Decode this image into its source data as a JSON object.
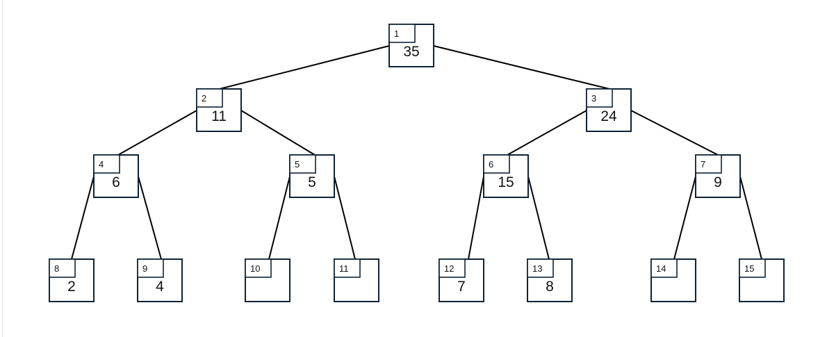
{
  "colors": {
    "node_stroke": "#0f2233",
    "edge_stroke": "#000000",
    "background": "#ffffff"
  },
  "nodes": [
    {
      "index": "1",
      "value": "35"
    },
    {
      "index": "2",
      "value": "11"
    },
    {
      "index": "3",
      "value": "24"
    },
    {
      "index": "4",
      "value": "6"
    },
    {
      "index": "5",
      "value": "5"
    },
    {
      "index": "6",
      "value": "15"
    },
    {
      "index": "7",
      "value": "9"
    },
    {
      "index": "8",
      "value": "2"
    },
    {
      "index": "9",
      "value": "4"
    },
    {
      "index": "10",
      "value": ""
    },
    {
      "index": "11",
      "value": ""
    },
    {
      "index": "12",
      "value": "7"
    },
    {
      "index": "13",
      "value": "8"
    },
    {
      "index": "14",
      "value": ""
    },
    {
      "index": "15",
      "value": ""
    }
  ]
}
